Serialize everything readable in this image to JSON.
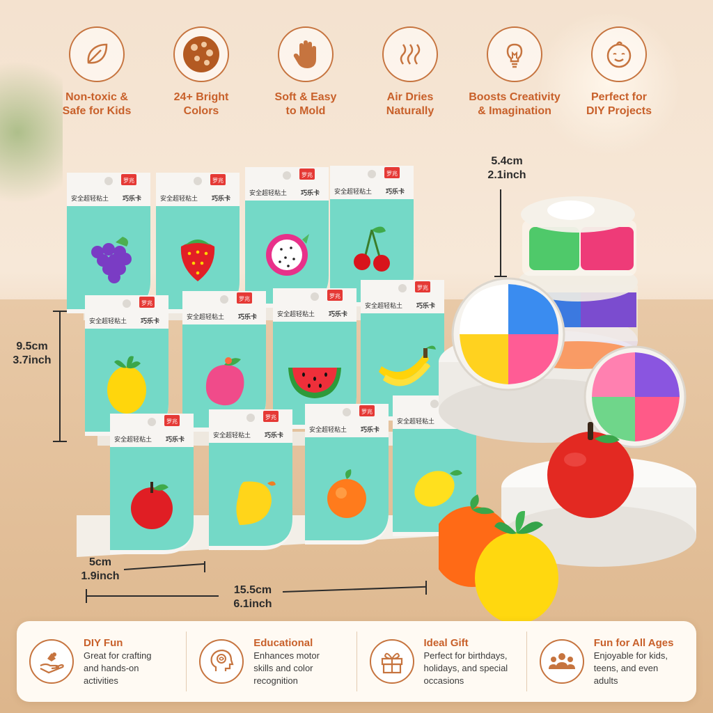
{
  "features": [
    {
      "icon": "leaf-icon",
      "line1": "Non-toxic &",
      "line2": "Safe for Kids"
    },
    {
      "icon": "palette-icon",
      "line1": "24+ Bright",
      "line2": "Colors"
    },
    {
      "icon": "hand-icon",
      "line1": "Soft & Easy",
      "line2": "to Mold"
    },
    {
      "icon": "steam-icon",
      "line1": "Air Dries",
      "line2": "Naturally"
    },
    {
      "icon": "lightbulb-icon",
      "line1": "Boosts Creativity",
      "line2": "& Imagination"
    },
    {
      "icon": "baby-face-icon",
      "line1": "Perfect for",
      "line2": "DIY Projects"
    }
  ],
  "dimensions": {
    "container_cm": "5.4cm",
    "container_inch": "2.1inch",
    "height_cm": "9.5cm",
    "height_inch": "3.7inch",
    "card_width_cm": "5cm",
    "card_width_inch": "1.9inch",
    "total_width_cm": "15.5cm",
    "total_width_inch": "6.1inch"
  },
  "cards": [
    {
      "fruit": "grape"
    },
    {
      "fruit": "strawberry"
    },
    {
      "fruit": "dragonfruit"
    },
    {
      "fruit": "cherry"
    },
    {
      "fruit": "pineapple"
    },
    {
      "fruit": "peach"
    },
    {
      "fruit": "watermelon"
    },
    {
      "fruit": "banana"
    },
    {
      "fruit": "apple"
    },
    {
      "fruit": "mango"
    },
    {
      "fruit": "orange"
    },
    {
      "fruit": "lemon"
    }
  ],
  "card_text": {
    "badge": "罗兆",
    "title": "安全超轻粘土",
    "brand": "巧乐卡"
  },
  "colors": {
    "accent": "#c8602a",
    "card_teal": "#72d8c6",
    "badge_red": "#e53935"
  },
  "benefits": [
    {
      "icon": "hands-craft-icon",
      "title": "DIY Fun",
      "lines": [
        "Great for crafting",
        "and hands-on",
        "activities"
      ]
    },
    {
      "icon": "brain-head-icon",
      "title": "Educational",
      "lines": [
        "Enhances motor",
        "skills and color",
        "recognition"
      ]
    },
    {
      "icon": "gift-icon",
      "title": "Ideal Gift",
      "lines": [
        "Perfect for birthdays,",
        "holidays, and special",
        "occasions"
      ]
    },
    {
      "icon": "people-icon",
      "title": "Fun for All Ages",
      "lines": [
        "Enjoyable for kids,",
        "teens, and even",
        "adults"
      ]
    }
  ]
}
